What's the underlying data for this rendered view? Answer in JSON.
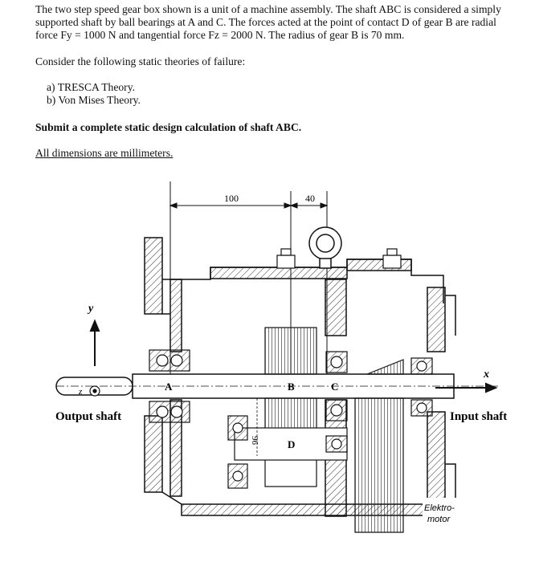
{
  "problem": {
    "line1": "The two step speed gear box shown is a unit of a machine assembly. The shaft ABC is considered a simply",
    "line2": "supported shaft by ball bearings at A and C. The forces acted at the point of contact D of gear B are radial",
    "line3": "force Fy = 1000 N and tangential force Fz = 2000 N. The radius of gear B is 70 mm.",
    "consider": "Consider the following static theories of failure:",
    "theories": [
      "a)  TRESCA Theory.",
      "b)  Von Mises Theory."
    ],
    "submit": "Submit a complete static design calculation of shaft ABC.",
    "dimensions_note": "All dimensions are millimeters."
  },
  "figure": {
    "dim_100": "100",
    "dim_40": "40",
    "label_A": "A",
    "label_B": "B",
    "label_C": "C",
    "label_D": "D",
    "axis_y": "y",
    "axis_x": "x",
    "axis_z": "z",
    "output_shaft": "Output shaft",
    "input_shaft": "Input shaft",
    "motor_line1": "Elektro-",
    "motor_line2": "motor",
    "dim_96": "96"
  }
}
